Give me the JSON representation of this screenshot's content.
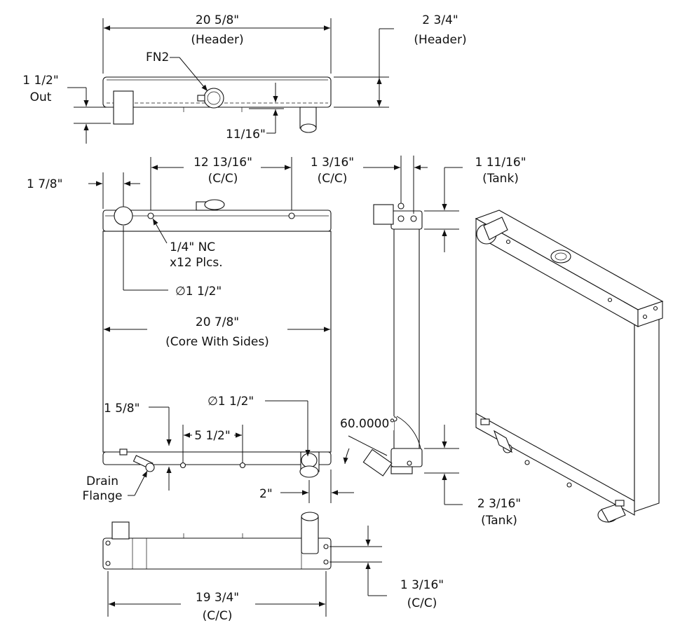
{
  "top_view": {
    "header_width": "20 5/8\"",
    "header_width_note": "(Header)",
    "header_height": "2 3/4\"",
    "header_height_note": "(Header)",
    "fn_label": "FN2",
    "outlet_dim": "1 1/2\"",
    "outlet_note": "Out",
    "offset_dim": "11/16\""
  },
  "front_view": {
    "cc_top": "12 13/16\"",
    "cc_top_note": "(C/C)",
    "left_offset": "1 7/8\"",
    "thread_callout_1": "1/4\" NC",
    "thread_callout_2": "x12 Plcs.",
    "inlet_diameter": "∅1 1/2\"",
    "core_width": "20 7/8\"",
    "core_width_note": "(Core With Sides)",
    "outlet_diameter": "∅1 1/2\"",
    "bottom_offset": "1 5/8\"",
    "bottom_cc": "5 1/2\"",
    "drain_label_1": "Drain",
    "drain_label_2": "Flange",
    "outlet_offset": "2\""
  },
  "side_view": {
    "cc": "1 3/16\"",
    "cc_note": "(C/C)",
    "top_tank": "1 11/16\"",
    "top_tank_note": "(Tank)",
    "angle": "60.0000°",
    "bottom_tank": "2 3/16\"",
    "bottom_tank_note": "(Tank)"
  },
  "bottom_view": {
    "cc_width": "19 3/4\"",
    "cc_width_note": "(C/C)",
    "cc_height": "1 3/16\"",
    "cc_height_note": "(C/C)"
  }
}
